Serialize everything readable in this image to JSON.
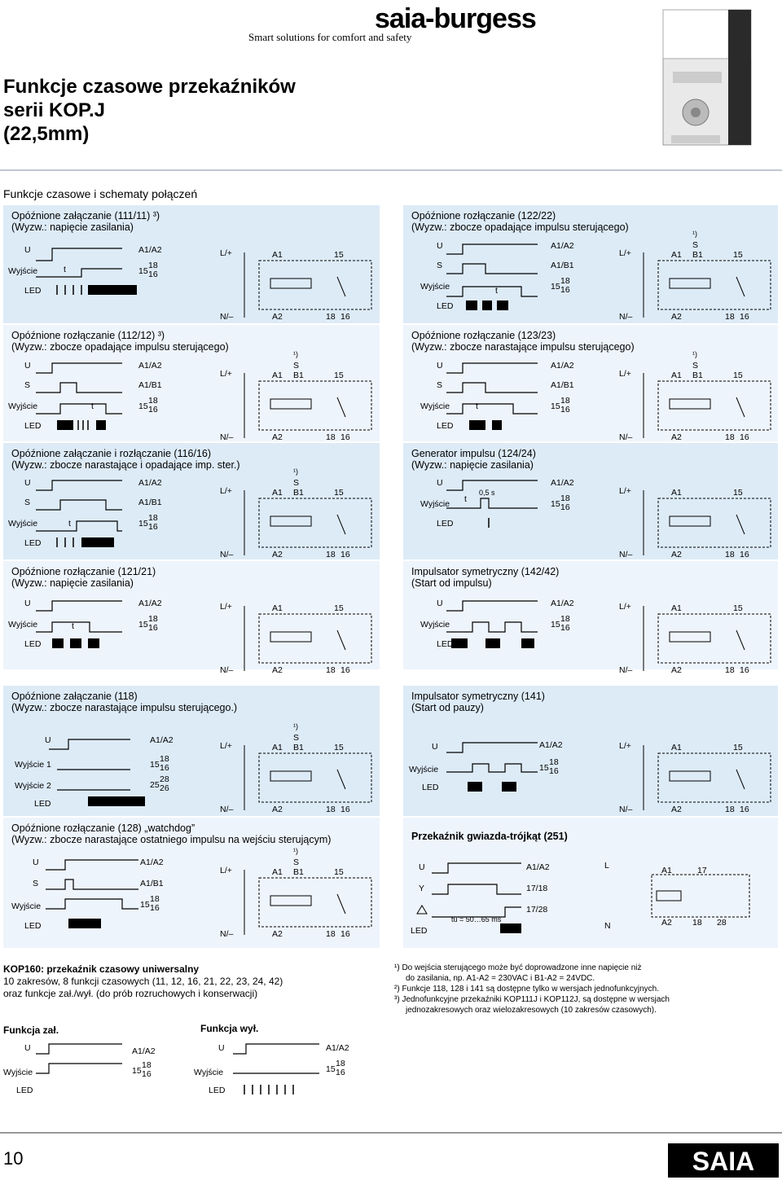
{
  "header": {
    "logo": "saia-burgess",
    "tagline": "Smart solutions for comfort and safety",
    "title_lines": [
      "Funkcje czasowe przekaźników",
      "serii KOP.J",
      "(22,5mm)"
    ]
  },
  "section_title": "Funkcje czasowe i schematy połączeń",
  "labels": {
    "U": "U",
    "S": "S",
    "out": "Wyjście",
    "out1": "Wyjście 1",
    "out2": "Wyjście 2",
    "led": "LED",
    "t": "t",
    "a1a2": "A1/A2",
    "a1b1": "A1/B1",
    "t15": "15",
    "t18": "18",
    "t16": "16",
    "t25": "25",
    "t28": "28",
    "t26": "26",
    "Lp": "L/+",
    "Nm": "N/–",
    "A1": "A1",
    "A2": "A2",
    "B1": "B1",
    "fn1": "¹)",
    "pulse": "0,5 s",
    "Y": "Y",
    "t1718": "17/18",
    "t1728": "17/28",
    "tu": "tu = 50…65 ms",
    "L": "L",
    "N": "N",
    "t17": "17"
  },
  "panels": [
    {
      "title": "Opóźnione załączanie (111/11) ³)",
      "sub": "(Wyzw.: napięcie zasilania)"
    },
    {
      "title": "Opóźnione rozłączanie (122/22)",
      "sub": "(Wyzw.: zbocze opadające impulsu sterującego)"
    },
    {
      "title": "Opóźnione rozłączanie (112/12) ³)",
      "sub": "(Wyzw.: zbocze opadające impulsu sterującego)"
    },
    {
      "title": "Opóźnione rozłączanie (123/23)",
      "sub": "(Wyzw.: zbocze narastające impulsu sterującego)"
    },
    {
      "title": "Opóźnione załączanie i rozłączanie (116/16)",
      "sub": "(Wyzw.: zbocze narastające i opadające imp. ster.)"
    },
    {
      "title": "Generator impulsu (124/24)",
      "sub": "(Wyzw.: napięcie zasilania)"
    },
    {
      "title": "Opóźnione rozłączanie (121/21)",
      "sub": "(Wyzw.: napięcie zasilania)"
    },
    {
      "title": "Impulsator symetryczny (142/42)",
      "sub": "(Start od impulsu)"
    },
    {
      "title": "Opóźnione załączanie (118)",
      "sub": "(Wyzw.: zbocze narastające impulsu sterującego.)"
    },
    {
      "title": "Impulsator symetryczny (141)",
      "sub": "(Start od pauzy)"
    },
    {
      "title": "Opóźnione rozłączanie (128) „watchdog”",
      "sub": "(Wyzw.: zbocze narastające ostatniego impulsu na wejściu sterującym)"
    },
    {
      "title": "Przekaźnik gwiazda-trójkąt (251)",
      "sub": ""
    }
  ],
  "kop": {
    "title": "KOP160: przekaźnik czasowy uniwersalny",
    "lines": [
      "10 zakresów, 8 funkcji czasowych (11, 12, 16, 21, 22, 23, 24, 42)",
      "oraz funkcje zał./wył. (do prób rozruchowych i konserwacji)"
    ]
  },
  "footnotes": [
    "¹) Do wejścia sterującego może być doprowadzone inne napięcie niż",
    "do zasilania, np. A1-A2 = 230VAC i B1-A2 = 24VDC.",
    "²) Funkcje 118, 128 i 141 są dostępne tylko w wersjach jednofunkcyjnych.",
    "³) Jednofunkcyjne przekaźniki KOP111J i KOP112J, są dostępne w wersjach",
    "jednozakresowych oraz wielozakresowych (10 zakresów czasowych)."
  ],
  "func_on": "Funkcja zał.",
  "func_off": "Funkcja wył.",
  "page_number": "10",
  "brand_mark": "SAIA",
  "colors": {
    "panel": "#ddebf7",
    "panel_light": "#eef4fb",
    "rule": "#bfc8d2"
  }
}
